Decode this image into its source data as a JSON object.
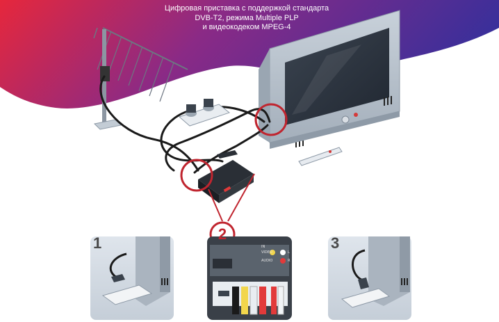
{
  "headline": {
    "line1": "Цифровая приставка с поддержкой стандарта",
    "line2": "DVB-T2, режима Multiple PLP",
    "line3": "и видеокодеком MPEG-4"
  },
  "steps": {
    "step1": "1",
    "step2": "2",
    "step3": "3"
  },
  "labels": {
    "video": "VIDEO",
    "audio": "AUDIO",
    "in": "IN",
    "r": "R",
    "l": "L"
  },
  "colors": {
    "banner_start": "#e6273c",
    "banner_end": "#3b2f9a",
    "highlight": "#c0252f",
    "tv_body": "#b9c3cd",
    "cable": "#1a1a1a"
  },
  "icons": {
    "antenna": "antenna-icon",
    "tv": "tv-icon",
    "set_top_box": "set-top-box-icon",
    "remote": "remote-control-icon",
    "socket": "power-socket-icon",
    "plug": "power-plug-icon"
  }
}
